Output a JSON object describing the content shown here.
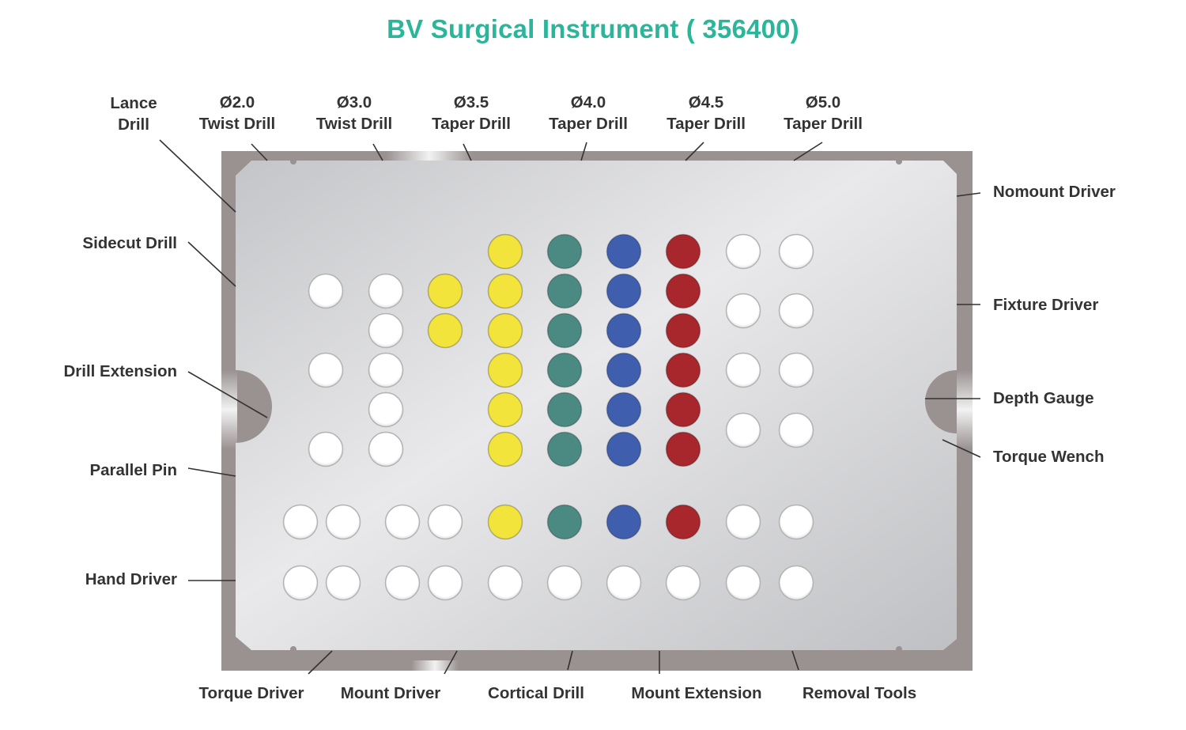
{
  "title": "BV Surgical Instrument ( 356400)",
  "colors": {
    "title": "#2bb59a",
    "frame": "#9a9191",
    "plate": "#d4d5d7",
    "yellow": "#f2e43a",
    "green": "#4a8a82",
    "blue": "#3f5fae",
    "red": "#a8272d",
    "white": "#ffffff"
  },
  "labels": {
    "top": [
      {
        "line1": "Lance",
        "line2": "Drill"
      },
      {
        "line1": "Ø2.0",
        "line2": "Twist Drill"
      },
      {
        "line1": "Ø3.0",
        "line2": "Twist Drill"
      },
      {
        "line1": "Ø3.5",
        "line2": "Taper Drill"
      },
      {
        "line1": "Ø4.0",
        "line2": "Taper Drill"
      },
      {
        "line1": "Ø4.5",
        "line2": "Taper Drill"
      },
      {
        "line1": "Ø5.0",
        "line2": "Taper Drill"
      }
    ],
    "left": [
      "Sidecut Drill",
      "Drill Extension",
      "Parallel Pin",
      "Hand Driver"
    ],
    "right": [
      "Nomount Driver",
      "Fixture Driver",
      "Depth Gauge",
      "Torque Wench"
    ],
    "bottom": [
      "Torque Driver",
      "Mount Driver",
      "Cortical Drill",
      "Mount Extension",
      "Removal Tools"
    ]
  }
}
